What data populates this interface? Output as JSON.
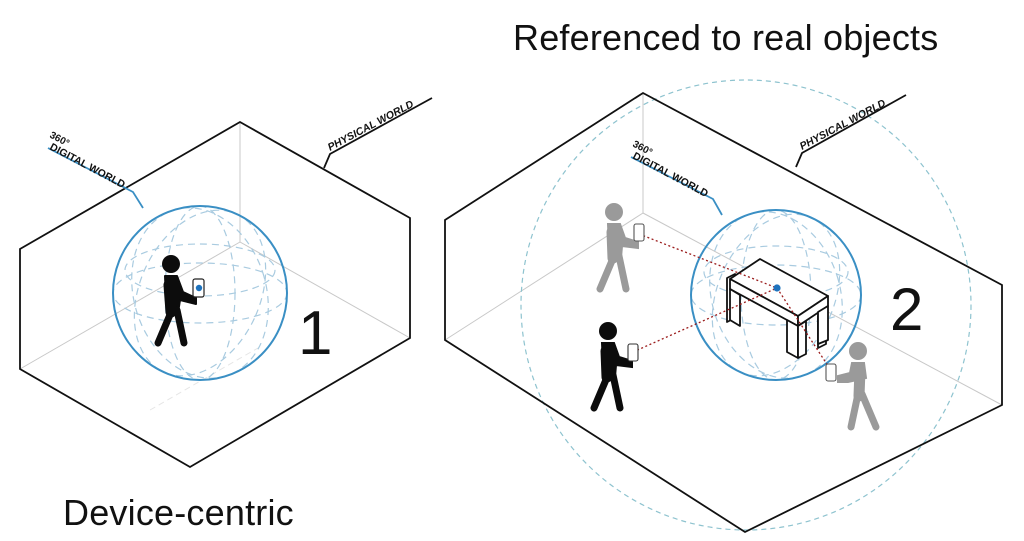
{
  "panels": [
    {
      "id": "device-centric",
      "title": "Device-centric",
      "number": "1",
      "digital_label_line1": "360°",
      "digital_label_line2": "DIGITAL WORLD",
      "physical_label": "PHYSICAL WORLD"
    },
    {
      "id": "referenced-to-real-objects",
      "title": "Referenced to real objects",
      "number": "2",
      "digital_label_line1": "360°",
      "digital_label_line2": "DIGITAL WORLD",
      "physical_label": "PHYSICAL WORLD"
    }
  ],
  "colors": {
    "sphere_blue": "#3a8fc4",
    "sphere_dash": "#a9cbe0",
    "outer_dash": "#8ec3cf",
    "box_edge": "#111111",
    "inner_edge": "#c8c8c8",
    "person_primary": "#0c0c0c",
    "person_secondary": "#9a9a9a",
    "ray_red": "#9b1c1c",
    "anchor_dot": "#1e73be"
  }
}
